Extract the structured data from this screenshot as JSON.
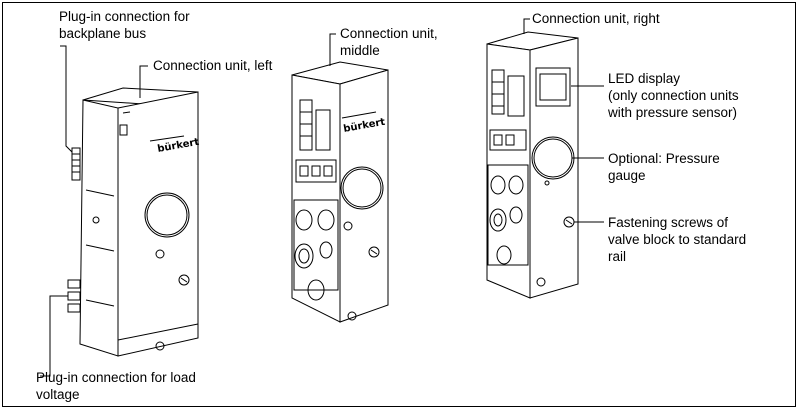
{
  "labels": {
    "backplane_bus_line1": "Plug-in connection for",
    "backplane_bus_line2": "backplane bus",
    "unit_left": "Connection unit, left",
    "unit_middle_line1": "Connection unit,",
    "unit_middle_line2": "middle",
    "unit_right": "Connection unit, right",
    "led_line1": "LED display",
    "led_line2": "(only connection units",
    "led_line3": "with pressure sensor)",
    "gauge_line1": "Optional: Pressure",
    "gauge_line2": "gauge",
    "screws_line1": "Fastening screws of",
    "screws_line2": "valve block to standard",
    "screws_line3": "rail",
    "load_line1": "Plug-in connection for load",
    "load_line2": "voltage"
  },
  "brand": "bürkert"
}
